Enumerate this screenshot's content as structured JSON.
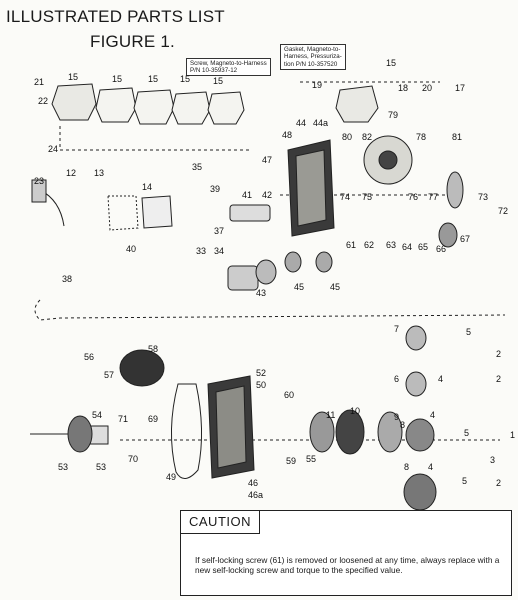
{
  "title_line1": "ILLUSTRATED PARTS LIST",
  "title_line2": "FIGURE 1.",
  "callouts": {
    "screw_line1": "Screw, Magneto-to-Harness",
    "screw_line2": "P/N 10-35937-12",
    "gasket_line1": "Gasket, Magneto-to-",
    "gasket_line2": "Harness, Pressuriza-",
    "gasket_line3": "tion P/N 10-357520"
  },
  "part_numbers": [
    "21",
    "22",
    "15",
    "15",
    "15",
    "15",
    "15",
    "24",
    "15",
    "19",
    "18",
    "20",
    "17",
    "44",
    "44a",
    "48",
    "47",
    "79",
    "80",
    "82",
    "78",
    "81",
    "12",
    "13",
    "14",
    "23",
    "35",
    "39",
    "41",
    "42",
    "74",
    "75",
    "76",
    "77",
    "73",
    "72",
    "37",
    "40",
    "38",
    "33",
    "34",
    "61",
    "62",
    "63",
    "64",
    "65",
    "66",
    "67",
    "43",
    "45",
    "45",
    "7",
    "5",
    "2",
    "56",
    "58",
    "52",
    "50",
    "57",
    "6",
    "4",
    "2",
    "54",
    "71",
    "69",
    "60",
    "11",
    "10",
    "9",
    "8",
    "4",
    "5",
    "3",
    "1",
    "53",
    "53",
    "70",
    "49",
    "59",
    "55",
    "46",
    "46a",
    "8",
    "4",
    "5",
    "2"
  ],
  "caution": {
    "heading": "CAUTION",
    "text": "If self-locking screw (61) is removed or loosened at any time, always replace with a new self-locking screw and torque to the specified value."
  }
}
